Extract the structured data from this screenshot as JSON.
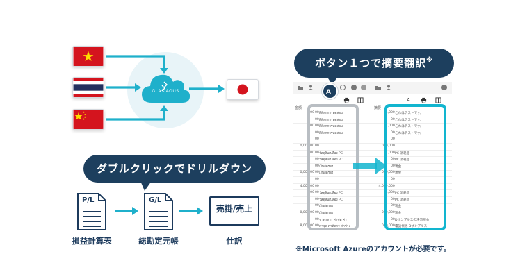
{
  "product": {
    "name": "GLASIAOUS"
  },
  "flags": {
    "source": [
      "vietnam-flag",
      "thailand-flag",
      "china-flag"
    ],
    "target": "japan-flag",
    "colors": {
      "red": "#d4141e",
      "blue": "#24305e",
      "yellow": "#ffde00",
      "white": "#ffffff"
    }
  },
  "callouts": {
    "drilldown": "ダブルクリックでドリルダウン",
    "translate": "ボタン１つで摘要翻訳",
    "translate_mark": "※"
  },
  "documents": [
    {
      "code": "P/L",
      "caption": "損益計算表"
    },
    {
      "code": "G/L",
      "caption": "総勘定元帳"
    },
    {
      "code": "売掛/売上",
      "caption": "仕訳"
    }
  ],
  "ledger": {
    "left_header": "金額",
    "right_header": "摘要",
    "rows": [
      {
        "amt_l": "1,00",
        "code_l": "00",
        "txt_l": "ดิตีลกการทดสอบ",
        "amt_r": "1,0",
        "code_r": "00",
        "txt_r": "これはテストです。"
      },
      {
        "amt_l": "",
        "code_l": "00",
        "txt_l": "ดิตีลกการทดสอบ",
        "amt_r": "",
        "code_r": "00",
        "txt_r": "これはテストです。"
      },
      {
        "amt_l": "1,00",
        "code_l": "00",
        "txt_l": "ดิตีลกการทดสอบ",
        "amt_r": "1,0",
        "code_r": "00",
        "txt_r": "これはテストです。"
      },
      {
        "amt_l": "",
        "code_l": "00",
        "txt_l": "ดิตีลกการทดสอบ",
        "amt_r": "",
        "code_r": "00",
        "txt_r": "これはテストです。"
      },
      {
        "amt_l": "",
        "code_l": "00",
        "txt_l": "",
        "amt_r": "",
        "code_r": "00",
        "txt_r": ""
      },
      {
        "amt_l": "0,000,00",
        "code_l": "00",
        "txt_l": "",
        "amt_r": "000,0",
        "code_r": "00",
        "txt_r": ""
      },
      {
        "amt_l": "1,00",
        "code_l": "00",
        "txt_l": "วัสดุสิ้นเปลือง PC",
        "amt_r": "1,0",
        "code_r": "00",
        "txt_r": "PC 消耗品"
      },
      {
        "amt_l": "",
        "code_l": "00",
        "txt_l": "วัสดุสิ้นเปลือง PC",
        "amt_r": "",
        "code_r": "00",
        "txt_r": "PC 消耗品"
      },
      {
        "amt_l": "",
        "code_l": "00",
        "txt_l": "เงินสดรอง",
        "amt_r": "",
        "code_r": "00",
        "txt_r": "現金"
      },
      {
        "amt_l": "0,000,00",
        "code_l": "00",
        "txt_l": "เงินสดรอง",
        "amt_r": "000,0",
        "code_r": "00",
        "txt_r": "現金"
      },
      {
        "amt_l": "",
        "code_l": "00",
        "txt_l": "",
        "amt_r": "",
        "code_r": "00",
        "txt_r": ""
      },
      {
        "amt_l": "4,000,00",
        "code_l": "00",
        "txt_l": "",
        "amt_r": "4,000,0",
        "code_r": "00",
        "txt_r": ""
      },
      {
        "amt_l": "1,00",
        "code_l": "00",
        "txt_l": "วัสดุสิ้นเปลือง PC",
        "amt_r": "1,0",
        "code_r": "00",
        "txt_r": "PC 消耗品"
      },
      {
        "amt_l": "",
        "code_l": "00",
        "txt_l": "วัสดุสิ้นเปลือง PC",
        "amt_r": "",
        "code_r": "00",
        "txt_r": "PC 消耗品"
      },
      {
        "amt_l": "",
        "code_l": "00",
        "txt_l": "เงินสดรอง",
        "amt_r": "",
        "code_r": "00",
        "txt_r": "現金"
      },
      {
        "amt_l": "0,000,00",
        "code_l": "00",
        "txt_l": "เงินสดรอง",
        "amt_r": "000,0",
        "code_r": "00",
        "txt_r": "現金"
      },
      {
        "amt_l": "",
        "code_l": "00",
        "txt_l": "ชาดรหาร  ค่าชด  ค่าฯ",
        "amt_r": "",
        "code_r": "00",
        "txt_r": "Dサンプルスの決済照会"
      },
      {
        "amt_l": "8,000,00",
        "code_l": "00",
        "txt_l": "ค่าจุด  ค่าดัดกร  ค่าช่าง",
        "amt_r": "000,0",
        "code_r": "00",
        "txt_r": "電話代他  Dサンプルス"
      }
    ]
  },
  "footnote": "※Microsoft Azureのアカウントが必要です。"
}
